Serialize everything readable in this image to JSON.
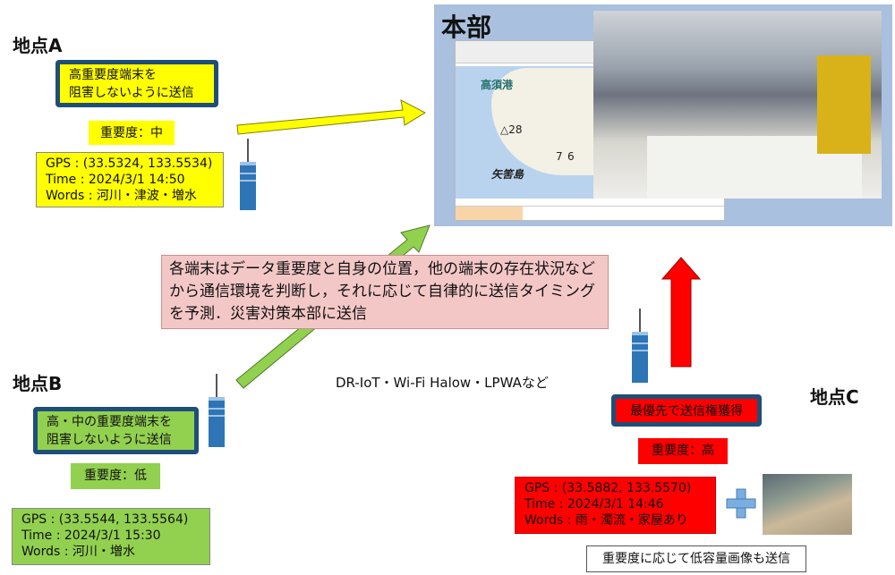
{
  "colors": {
    "accent_border": "#1f4e79",
    "site_a": "#ffff00",
    "site_b": "#92d050",
    "site_c": "#ff0000",
    "hq_bg": "#a9c0de",
    "note_bg": "#f4c7c7",
    "tower": "#2e75b6"
  },
  "hq": {
    "title": "本部",
    "map_labels": [
      "高須港",
      "矢筈島",
      "△28",
      "7",
      "6"
    ]
  },
  "note": "各端末はデータ重要度と自身の位置，他の端末の存在状況などから通信環境を判断し，それに応じて自律的に送信タイミングを予測．災害対策本部に送信",
  "network": "DR-IoT・Wi-Fi Halow・LPWAなど",
  "site_a": {
    "name": "地点A",
    "strategy": [
      "高重要度端末を",
      "阻害しないように送信"
    ],
    "importance": "重要度：中",
    "gps": "GPS : (33.5324, 133.5534)",
    "time": "Time : 2024/3/1 14:50",
    "words": "Words : 河川・津波・増水"
  },
  "site_b": {
    "name": "地点B",
    "strategy": [
      "高・中の重要度端末を",
      "阻害しないように送信"
    ],
    "importance": "重要度：低",
    "gps": "GPS : (33.5544, 133.5564)",
    "time": "Time : 2024/3/1 15:30",
    "words": "Words : 河川・増水"
  },
  "site_c": {
    "name": "地点C",
    "strategy": [
      "最優先で送信権獲得"
    ],
    "importance": "重要度：高",
    "gps": "GPS : (33.5882, 133.5570)",
    "time": "Time : 2024/3/1 14:46",
    "words": "Words : 雨・濁流・家屋あり",
    "image_note": "重要度に応じて低容量画像も送信"
  }
}
